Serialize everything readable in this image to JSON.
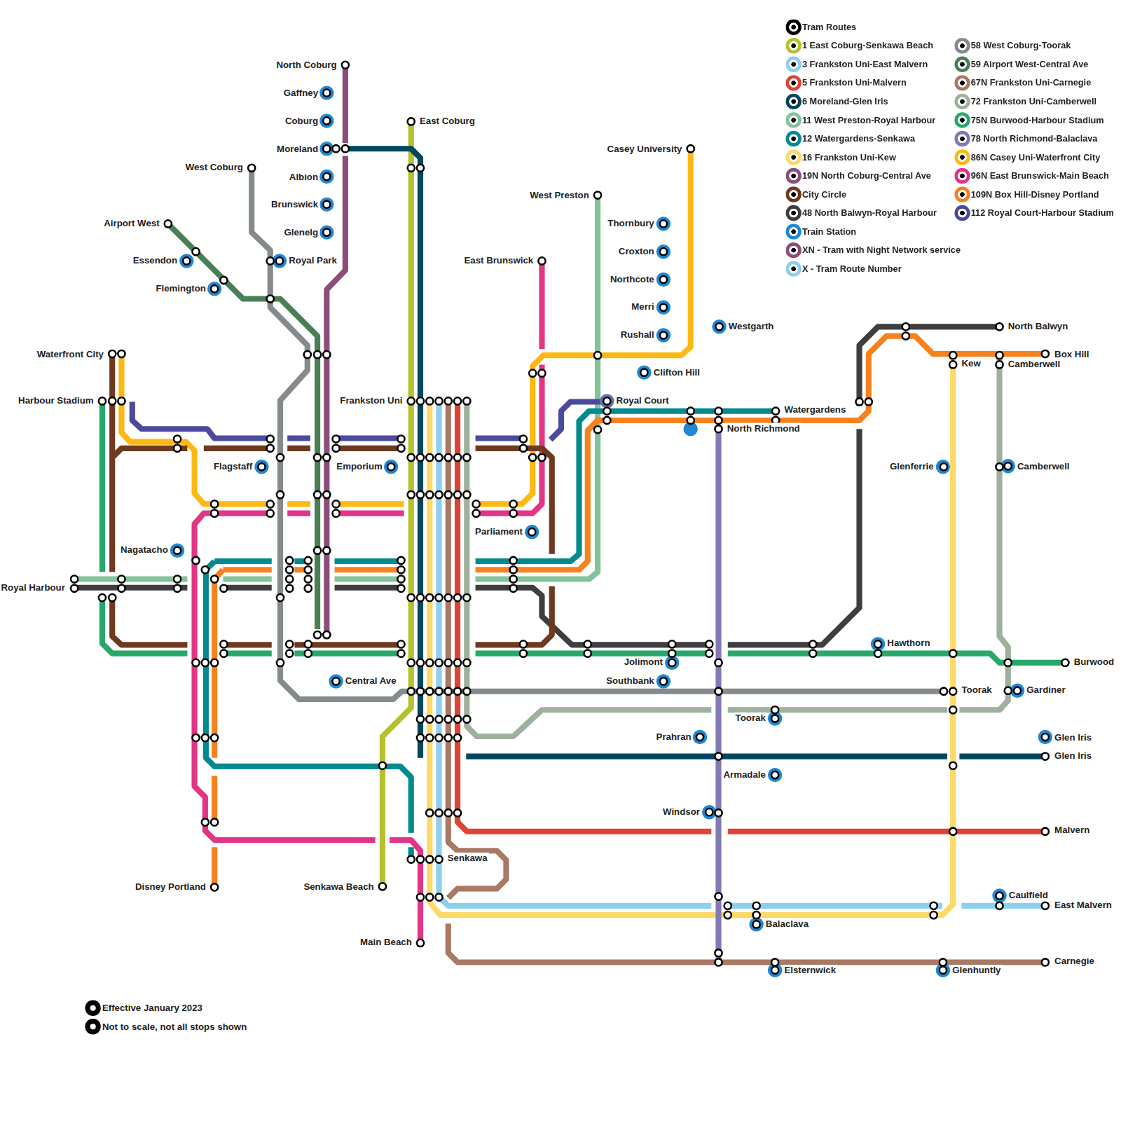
{
  "diagram": {
    "labels": [
      "North Coburg",
      "Gaffney",
      "Coburg",
      "Moreland",
      "Albion",
      "Brunswick",
      "Glenelg",
      "East Coburg",
      "West Coburg",
      "Airport West",
      "Essendon",
      "Royal Park",
      "Flemington",
      "Casey University",
      "West Preston",
      "East Brunswick",
      "Thornbury",
      "Croxton",
      "Northcote",
      "Merri",
      "Rushall",
      "Westgarth",
      "Clifton Hill",
      "Waterfront City",
      "Harbour Stadium",
      "Frankston Uni",
      "Royal Court",
      "Watergardens",
      "North Richmond",
      "Flagstaff",
      "Emporium",
      "Parliament",
      "Nagatacho",
      "Royal Harbour",
      "Central Ave",
      "Jolimont",
      "Southbank",
      "Prahran",
      "Toorak",
      "Toorak",
      "Armadale",
      "Windsor",
      "Senkawa",
      "Senkawa Beach",
      "Disney Portland",
      "Main Beach",
      "Balaclava",
      "Elsternwick",
      "Glenhuntly",
      "Carnegie",
      "East Malvern",
      "Caulfield",
      "Malvern",
      "Glen Iris",
      "Glen Iris",
      "Gardiner",
      "Burwood",
      "Hawthorn",
      "Glenferrie",
      "Camberwell",
      "Kew",
      "Camberwell",
      "Box Hill",
      "North Balwyn",
      "Effective January 2023",
      "Not to scale, not all stops shown"
    ],
    "legend": [
      {
        "text": "Tram Routes",
        "color": "#000000"
      },
      {
        "text": "1 East Coburg-Senkawa Beach",
        "color": "#b5c22c"
      },
      {
        "text": "3 Frankston Uni-East Malvern",
        "color": "#8ecfee"
      },
      {
        "text": "5 Frankston Uni-Malvern",
        "color": "#dc4436"
      },
      {
        "text": "6 Moreland-Glen Iris",
        "color": "#03475f"
      },
      {
        "text": "11 West Preston-Royal Harbour",
        "color": "#83c39a"
      },
      {
        "text": "12 Watergardens-Senkawa",
        "color": "#038a8f"
      },
      {
        "text": "16 Frankston Uni-Kew",
        "color": "#fdd968"
      },
      {
        "text": "19N North Coburg-Central Ave",
        "color": "#8c4d7c"
      },
      {
        "text": "City Circle",
        "color": "#6e3a1f"
      },
      {
        "text": "48 North Balwyn-Royal Harbour",
        "color": "#3e3e3e"
      },
      {
        "text": "Train Station",
        "color": "#1e88d4"
      },
      {
        "text": "XN - Tram with Night Network service",
        "color": "#8c4d7c"
      },
      {
        "text": "X - Tram Route Number",
        "color": "#8ecfee"
      },
      {
        "text": "58 West Coburg-Toorak",
        "color": "#858a8c"
      },
      {
        "text": "59 Airport West-Central Ave",
        "color": "#4a7f55"
      },
      {
        "text": "67N Frankston Uni-Carnegie",
        "color": "#a87964"
      },
      {
        "text": "72 Frankston Uni-Camberwell",
        "color": "#9db19c"
      },
      {
        "text": "75N Burwood-Harbour Stadium",
        "color": "#27a86b"
      },
      {
        "text": "78 North Richmond-Balaclava",
        "color": "#8279b5"
      },
      {
        "text": "86N Casey Uni-Waterfront City",
        "color": "#fdb913"
      },
      {
        "text": "96N East Brunswick-Main Beach",
        "color": "#e33585"
      },
      {
        "text": "109N Box Hill-Disney Portland",
        "color": "#f6821f"
      },
      {
        "text": "112 Royal Court-Harbour Stadium",
        "color": "#4b4a9e"
      }
    ]
  }
}
